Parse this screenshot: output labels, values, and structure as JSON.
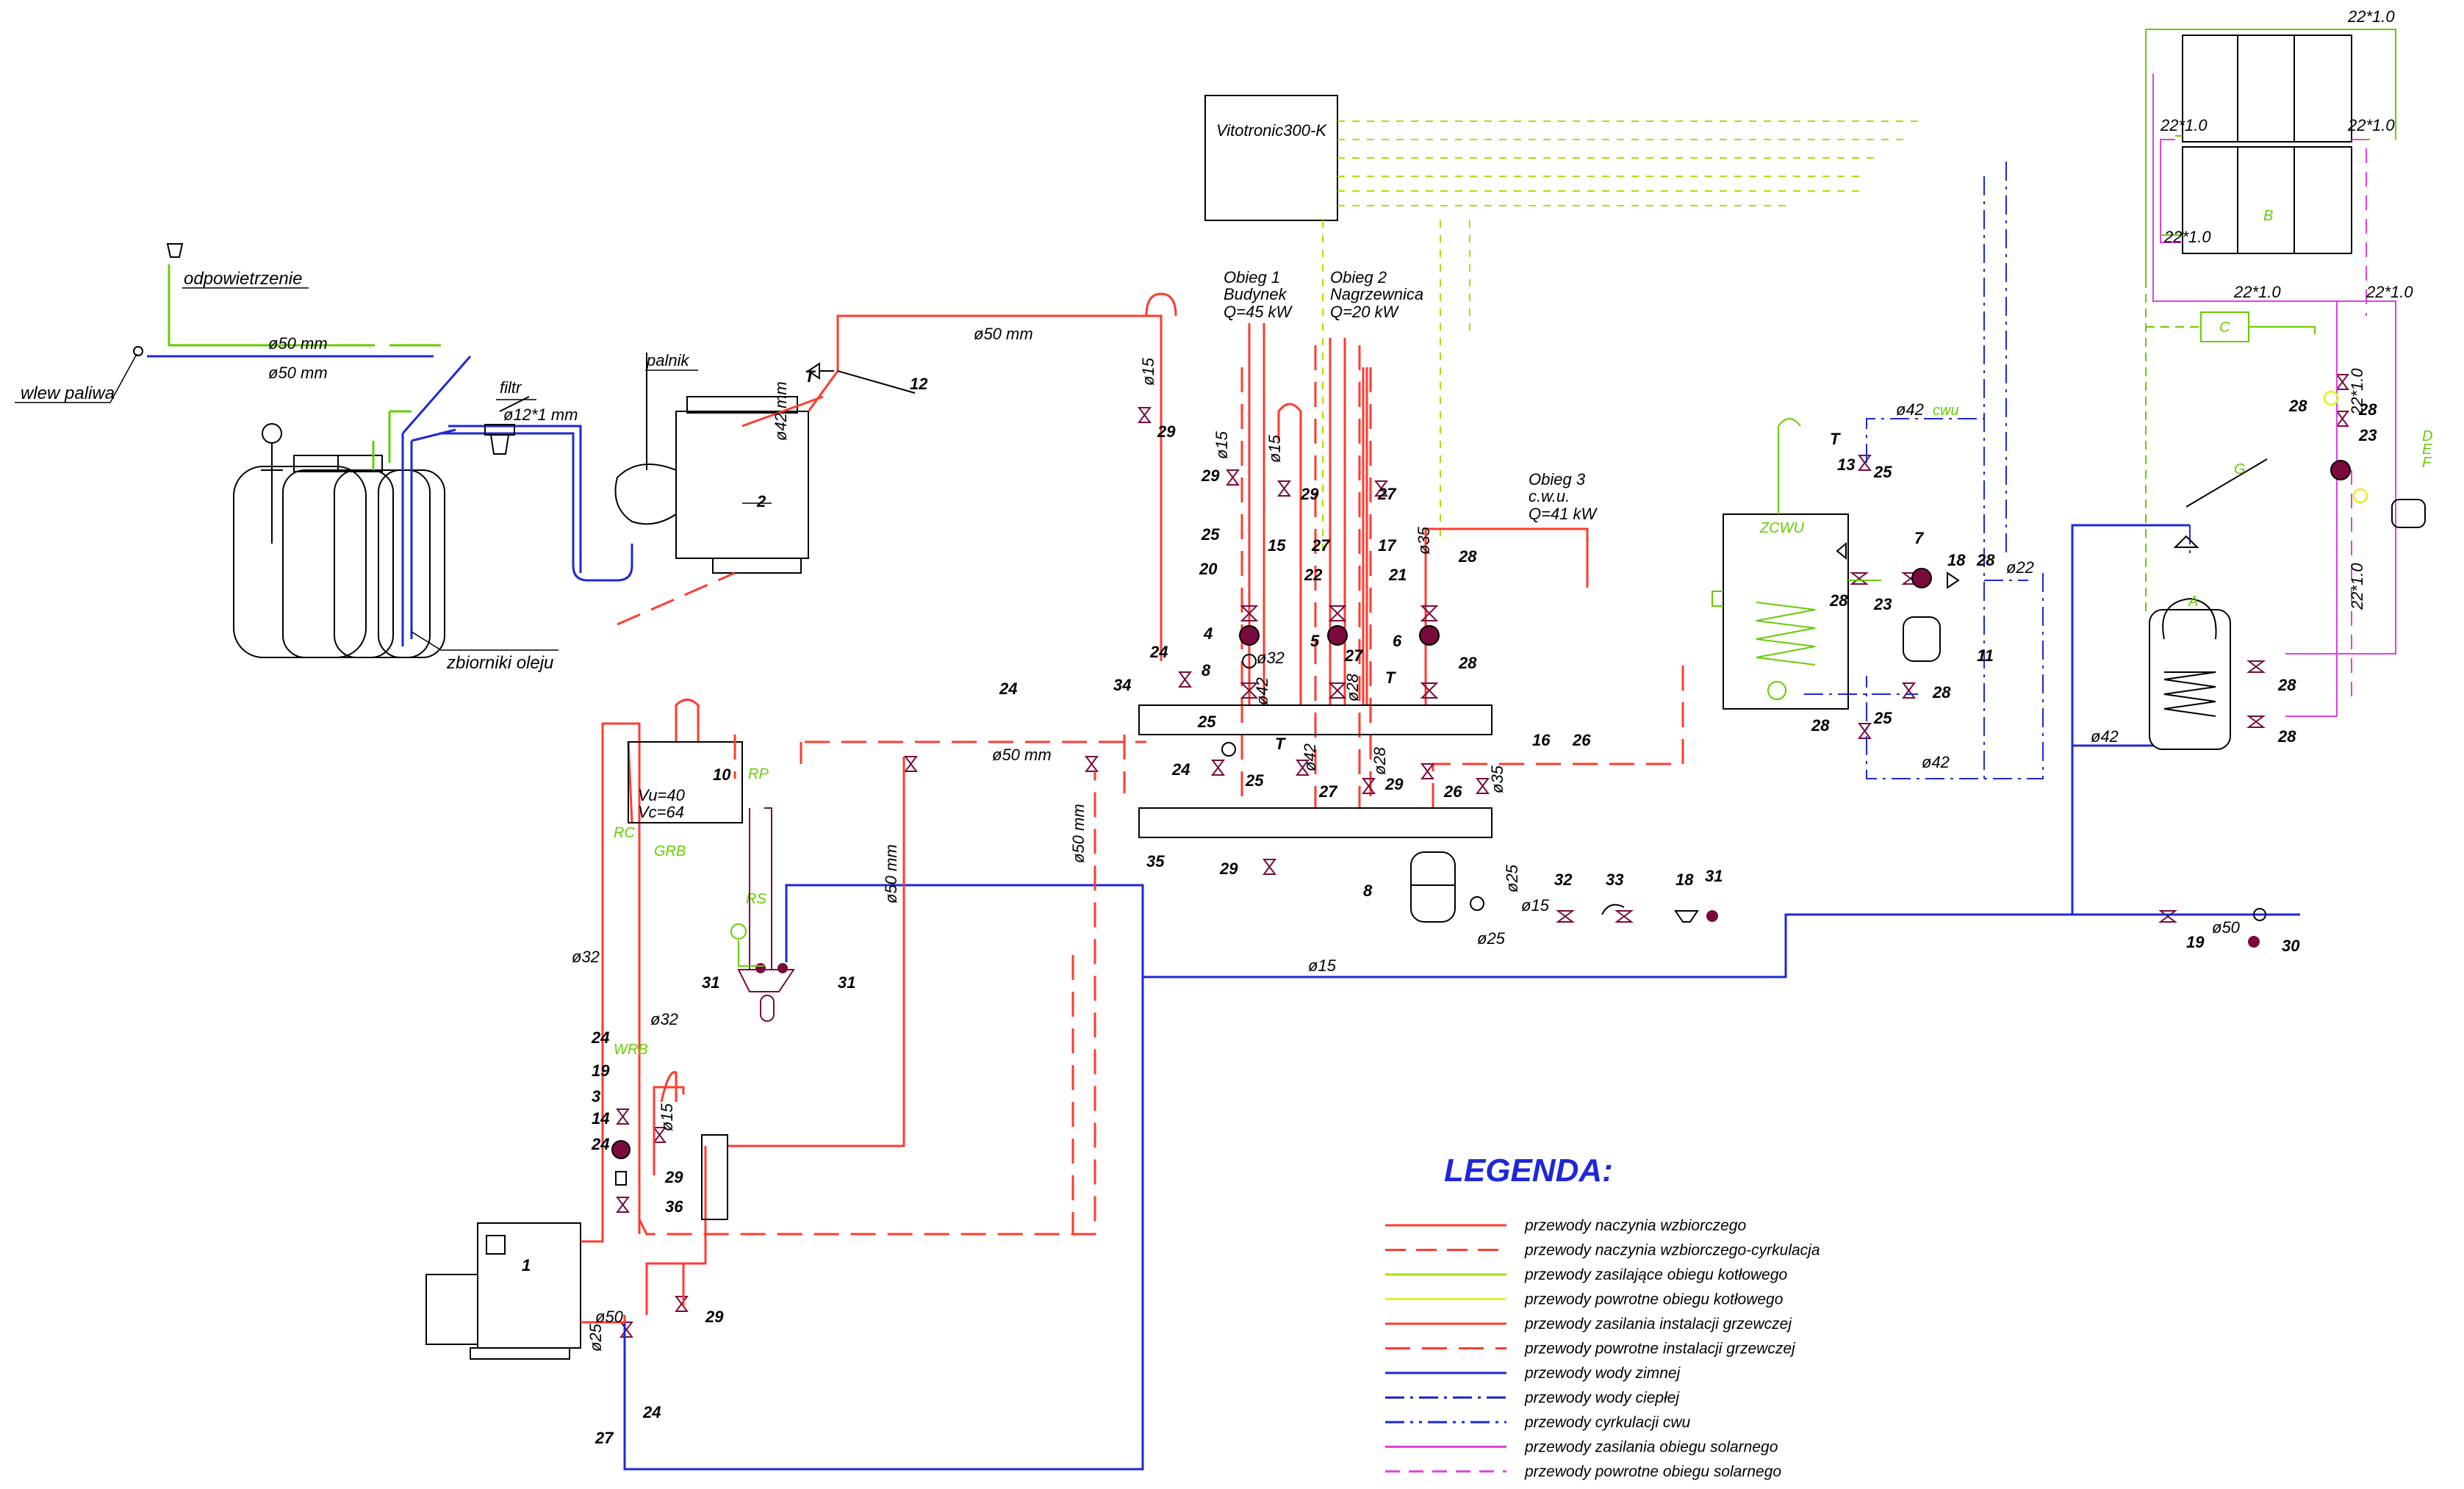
{
  "controller": {
    "name": "Vitotronic300-K"
  },
  "tank_labels": {
    "vent": "odpowietrzenie",
    "fill": "wlew paliwa",
    "pipe1": "ø50 mm",
    "pipe2": "ø50 mm",
    "filter": "filtr",
    "filter_pipe": "ø12*1 mm",
    "burner": "palnik",
    "tanks": "zbiorniki oleju"
  },
  "circuits": [
    {
      "line1": "Obieg 1",
      "line2": "Budynek",
      "line3": "Q=45 kW"
    },
    {
      "line1": "Obieg 2",
      "line2": "Nagrzewnica",
      "line3": "Q=20 kW"
    },
    {
      "line1": "Obieg 3",
      "line2": "c.w.u.",
      "line3": "Q=41 kW"
    }
  ],
  "pipe_sizes": {
    "top": "ø50 mm",
    "riser": "ø15",
    "burner": "ø42 mm",
    "d15a": "ø15",
    "d15b": "ø15",
    "d32": "ø32",
    "d42": "ø42",
    "d28a": "ø28",
    "d35": "ø35",
    "d42b": "ø42",
    "d28b": "ø28",
    "d50a": "ø50 mm",
    "d50b": "ø50 mm",
    "d50c": "ø50 mm",
    "d32a": "ø32",
    "d32b": "ø32",
    "d15c": "ø15",
    "d15d": "ø15",
    "d50d": "ø50",
    "d25a": "ø25",
    "d25b": "ø25",
    "d15e": "ø15",
    "d25c": "ø25",
    "d35b": "ø35",
    "d50e": "ø50",
    "d42c": "ø42",
    "d42d": "ø42",
    "d42cwu": "ø42",
    "cwu": "cwu",
    "d22": "ø22",
    "s1": "22*1.0",
    "s2": "22*1.0",
    "s3": "22*1.0",
    "s4": "22*1.0",
    "s5": "22*1.0",
    "s6": "22*1.0",
    "s7": "22*1.0",
    "s8": "22*1.0"
  },
  "vessel": {
    "vu": "Vu=40",
    "vc": "Vc=64",
    "num": "10"
  },
  "boiler_num": "1",
  "tag_labels": {
    "rp": "RP",
    "rc": "RC",
    "grb": "GRB",
    "rs": "RS",
    "wrb": "WRB",
    "zcwu": "ZCWU",
    "a": "A",
    "b": "B",
    "c": "C",
    "d": "D",
    "e": "E",
    "f": "F",
    "g": "G",
    "t1": "T",
    "t2": "T",
    "t3": "T",
    "t4": "T"
  },
  "numbers": {
    "n2": "2",
    "n12": "12",
    "n29a": "29",
    "n29b": "29",
    "n29c": "29",
    "n29d": "29",
    "n29e": "29",
    "n29f": "29",
    "n29g": "29",
    "n27a": "27",
    "n27b": "27",
    "n27c": "27",
    "n27d": "27",
    "n27e": "27",
    "n25a": "25",
    "n25b": "25",
    "n25c": "25",
    "n25d": "25",
    "n25e": "25",
    "n20": "20",
    "n22": "22",
    "n21": "21",
    "n4": "4",
    "n5": "5",
    "n6": "6",
    "n15": "15",
    "n17": "17",
    "n28a": "28",
    "n28b": "28",
    "n28c": "28",
    "n28d": "28",
    "n28e": "28",
    "n28f": "28",
    "n28g": "28",
    "n28h": "28",
    "n28i": "28",
    "n28j": "28",
    "n24a": "24",
    "n24b": "24",
    "n24c": "24",
    "n24d": "24",
    "n24e": "24",
    "n24f": "24",
    "n8a": "8",
    "n8b": "8",
    "n34": "34",
    "n35": "35",
    "n36": "36",
    "n16": "16",
    "n26a": "26",
    "n26b": "26",
    "n13": "13",
    "n7": "7",
    "n18a": "18",
    "n18b": "18",
    "n23a": "23",
    "n23b": "23",
    "n11": "11",
    "n19a": "19",
    "n19b": "19",
    "n3": "3",
    "n14": "14",
    "n31a": "31",
    "n31b": "31",
    "n31c": "31",
    "n32": "32",
    "n33": "33",
    "n30": "30"
  },
  "legend": {
    "title": "LEGENDA:",
    "items": [
      {
        "label": "przewody naczynia wzbiorczego",
        "color": "#ff3b2f",
        "dash": "none"
      },
      {
        "label": "przewody naczynia wzbiorczego-cyrkulacja",
        "color": "#ff3b2f",
        "dash": "28 14"
      },
      {
        "label": "przewody zasilające obiegu kotłowego",
        "color": "#a9e000",
        "dash": "none"
      },
      {
        "label": "przewody powrotne obiegu kotłowego",
        "color": "#e8ef3a",
        "dash": "none"
      },
      {
        "label": "przewody zasilania instalacji grzewczej",
        "color": "#ff3b2f",
        "dash": "none"
      },
      {
        "label": "przewody powrotne instalacji grzewczej",
        "color": "#ff3b2f",
        "dash": "34 16"
      },
      {
        "label": "przewody wody zimnej",
        "color": "#1f28d6",
        "dash": "none"
      },
      {
        "label": "przewody wody ciepłej",
        "color": "#1f28d6",
        "dash": "26 8 4 8"
      },
      {
        "label": "przewody cyrkulacji cwu",
        "color": "#1f28d6",
        "dash": "26 8 4 8 4 8"
      },
      {
        "label": "przewody zasilania obiegu solarnego",
        "color": "#e040e0",
        "dash": "none"
      },
      {
        "label": "przewody powrotne obiegu solarnego",
        "color": "#e040e0",
        "dash": "20 12"
      }
    ]
  }
}
